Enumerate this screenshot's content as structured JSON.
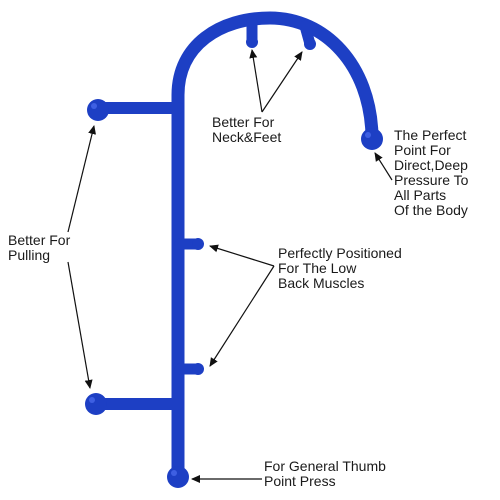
{
  "colors": {
    "tool": "#1d3fc4",
    "tool_highlight": "#3a5ee8",
    "text": "#1a1a1a",
    "arrow": "#111111",
    "background": "#ffffff"
  },
  "labels": {
    "neck_feet": "Better For\nNeck&Feet",
    "deep_pressure": "The Perfect\nPoint For\nDirect,Deep\nPressure To\nAll Parts\nOf the Body",
    "pulling": "Better For\nPulling",
    "low_back": "Perfectly Positioned\nFor The Low\nBack Muscles",
    "thumb_press": "For General Thumb\nPoint Press"
  }
}
